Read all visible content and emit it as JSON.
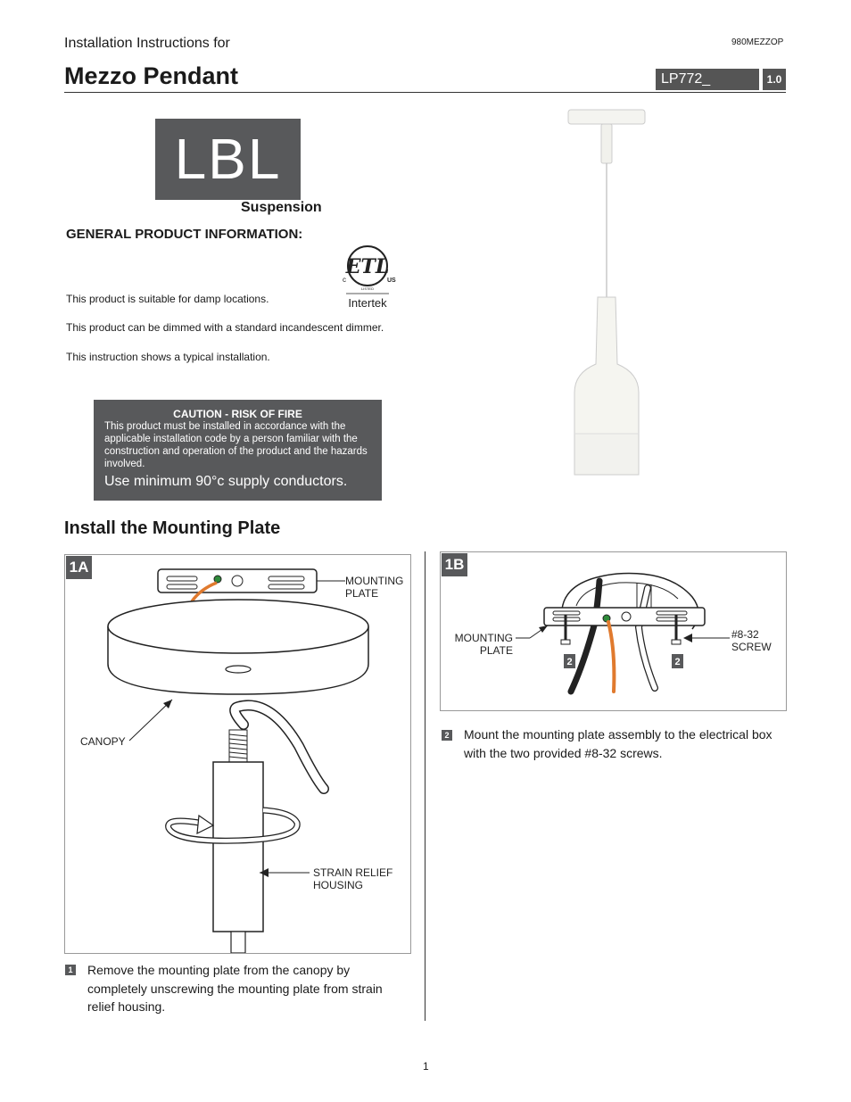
{
  "header": {
    "subtitle": "Installation Instructions for",
    "doc_code": "980MEZZOP",
    "title": "Mezzo Pendant",
    "model": "LP772_",
    "version": "1.0"
  },
  "brand": {
    "logo_text": "LBL",
    "product_type": "Suspension"
  },
  "cert": {
    "mark": "ETL",
    "c_label": "c",
    "us_label": "US",
    "listed_label": "LISTED",
    "issuer": "Intertek"
  },
  "general": {
    "heading": "GENERAL PRODUCT INFORMATION:",
    "lines": [
      "This product is suitable for damp locations.",
      "This product can be dimmed with a standard incandescent dimmer.",
      "This instruction shows a typical installation."
    ]
  },
  "caution": {
    "title": "CAUTION - RISK OF FIRE",
    "body": "This product must be installed in accordance with the applicable installation code by a person familiar with the construction and operation of the product and the hazards involved.",
    "note": "Use minimum 90°c supply conductors."
  },
  "section": {
    "title": "Install the Mounting Plate"
  },
  "panel_1a": {
    "tag": "1A",
    "labels": {
      "mounting_plate": "MOUNTING\nPLATE",
      "canopy": "CANOPY",
      "strain_relief": "STRAIN RELIEF\nHOUSING"
    }
  },
  "panel_1b": {
    "tag": "1B",
    "labels": {
      "mounting_plate": "MOUNTING\nPLATE",
      "screw": "#8-32\nSCREW",
      "callout": "2"
    }
  },
  "steps": [
    {
      "number": "1",
      "text": "Remove the mounting plate from the canopy by completely unscrewing the mounting plate from strain relief housing."
    },
    {
      "number": "2",
      "text": "Mount the mounting plate assembly to the electrical box with the two provided #8-32 screws."
    }
  ],
  "footer": {
    "page": "1"
  },
  "colors": {
    "dark_box": "#58595b",
    "wire_orange": "#e07a2e",
    "ground_green": "#2e8b3a"
  }
}
